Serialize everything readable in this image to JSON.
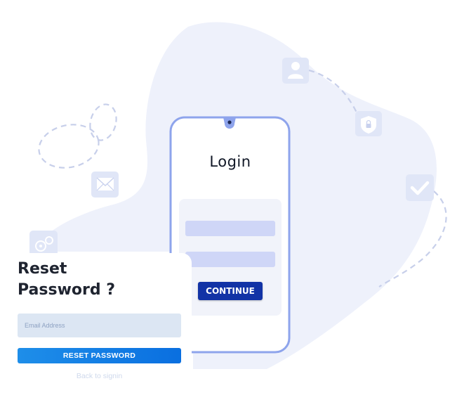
{
  "phone": {
    "title": "Login",
    "continue_label": "CONTINUE"
  },
  "reset_form": {
    "title_line1": "Reset",
    "title_line2": "Password ?",
    "email_placeholder": "Email Address",
    "email_value": "",
    "reset_button_label": "RESET PASSWORD",
    "back_link_label": "Back to signin"
  },
  "icons": {
    "floating": [
      "user-icon",
      "shield-lock-icon",
      "envelope-icon",
      "checkmark-icon",
      "gears-icon"
    ]
  },
  "colors": {
    "blob": "#eef1fb",
    "tile": "#e0e6f7",
    "tile_glyph": "#ffffff",
    "dash": "#c7cfea",
    "phone_frame": "#8ea4ec",
    "phone_panel": "#f1f3fa",
    "phone_field": "#cfd6f7",
    "continue_bg": "#1233a6",
    "input_bg": "#dce6f3",
    "reset_button": "#0a6fe0",
    "text_dark": "#1f2430",
    "link_faded": "#cfd9ec"
  }
}
